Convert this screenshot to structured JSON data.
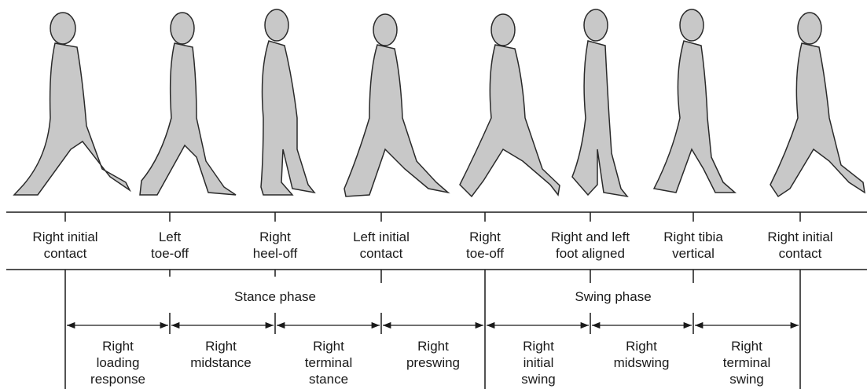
{
  "events": [
    {
      "line1": "Right initial",
      "line2": "contact"
    },
    {
      "line1": "Left",
      "line2": "toe-off"
    },
    {
      "line1": "Right",
      "line2": "heel-off"
    },
    {
      "line1": "Left initial",
      "line2": "contact"
    },
    {
      "line1": "Right",
      "line2": "toe-off"
    },
    {
      "line1": "Right and left",
      "line2": "foot aligned"
    },
    {
      "line1": "Right tibia",
      "line2": "vertical"
    },
    {
      "line1": "Right initial",
      "line2": "contact"
    }
  ],
  "phases": {
    "stance": "Stance phase",
    "swing": "Swing phase"
  },
  "subphases": [
    {
      "line1": "Right",
      "line2": "loading",
      "line3": "response"
    },
    {
      "line1": "Right",
      "line2": "midstance",
      "line3": ""
    },
    {
      "line1": "Right",
      "line2": "terminal",
      "line3": "stance"
    },
    {
      "line1": "Right",
      "line2": "preswing",
      "line3": ""
    },
    {
      "line1": "Right",
      "line2": "initial",
      "line3": "swing"
    },
    {
      "line1": "Right",
      "line2": "midswing",
      "line3": ""
    },
    {
      "line1": "Right",
      "line2": "terminal",
      "line3": "swing"
    }
  ],
  "colors": {
    "figure_fill": "#c8c8c8",
    "figure_stroke": "#2a2a2a",
    "line": "#1a1a1a"
  }
}
